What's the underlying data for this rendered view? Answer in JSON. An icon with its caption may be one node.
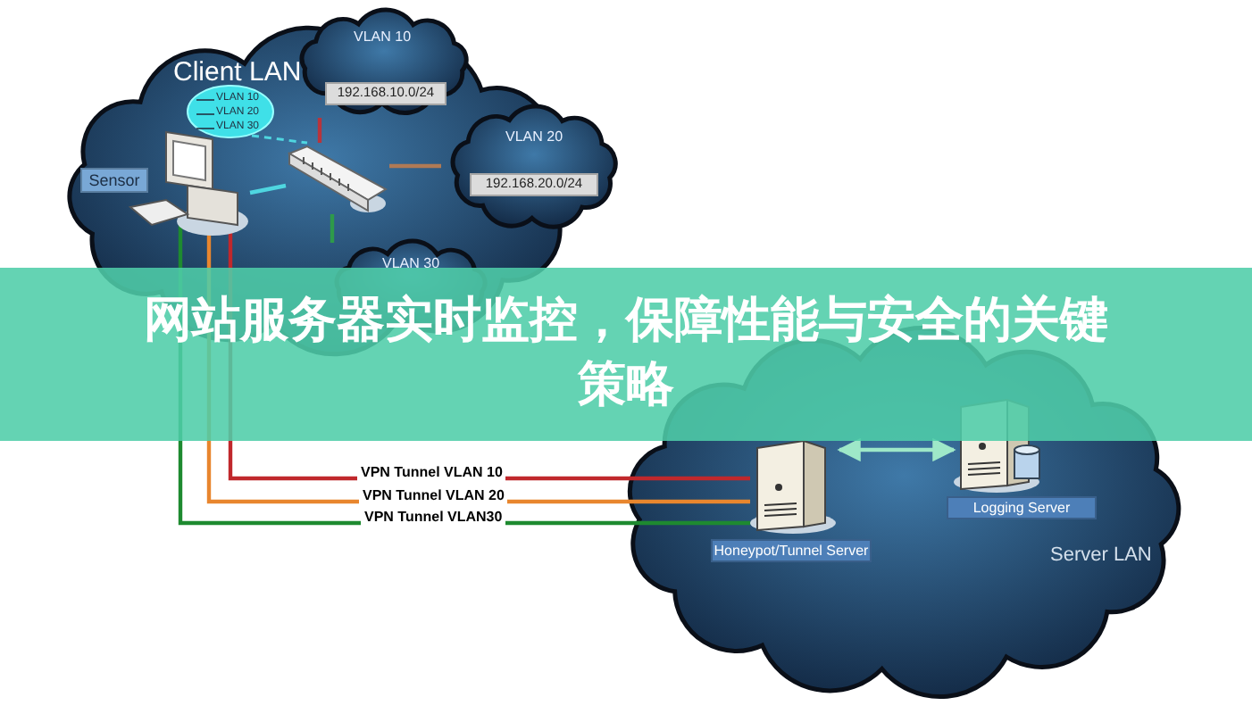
{
  "diagram": {
    "title": "网站服务器实时监控，保障性能与安全的关键策略",
    "nodes": [
      {
        "text": [
          "Client LAN"
        ]
      },
      {
        "text": [
          "VLAN 10",
          "192.168.10.0/24"
        ]
      },
      {
        "text": [
          "VLAN 20",
          "192.168.20.0/24"
        ]
      },
      {
        "text": [
          "VLAN 30"
        ],
        "in": 0
      },
      {
        "text": [
          "VLAN 10",
          "VLAN 20",
          "VLAN 30"
        ],
        "in": 0
      },
      {
        "text": [
          "Sensor"
        ],
        "in": 0
      },
      {
        "text": [],
        "shape": "picture",
        "in": 0
      },
      {
        "text": [
          "Server LAN"
        ]
      },
      {
        "text": [
          "Honeypot/Tunnel Server"
        ],
        "in": 7
      },
      {
        "text": [
          "Logging Server"
        ],
        "in": 7
      }
    ],
    "edges": [
      {
        "from": 5,
        "to": 6,
        "arrow": "none",
        "color": "#4fd6e0"
      },
      {
        "from": 4,
        "to": 6,
        "arrow": "none",
        "style": "dashed",
        "color": "#4fd6e0"
      },
      {
        "from": 6,
        "to": 1,
        "arrow": "none",
        "color": "#b8343c"
      },
      {
        "from": 6,
        "to": 2,
        "arrow": "none",
        "color": "#b07a55"
      },
      {
        "from": 6,
        "to": 3,
        "arrow": "none",
        "color": "#2e9a4a"
      },
      {
        "from": 5,
        "to": 8,
        "label": "VPN Tunnel  VLAN 10",
        "arrow": "none",
        "color": "#c0282c"
      },
      {
        "from": 5,
        "to": 8,
        "label": "VPN Tunnel VLAN 20",
        "arrow": "none",
        "color": "#e8862e"
      },
      {
        "from": 5,
        "to": 8,
        "label": "VPN Tunnel VLAN30",
        "arrow": "none",
        "color": "#1e8a30"
      },
      {
        "from": 8,
        "to": 9,
        "arrow": "both",
        "color": "#9ee8c8"
      }
    ]
  }
}
